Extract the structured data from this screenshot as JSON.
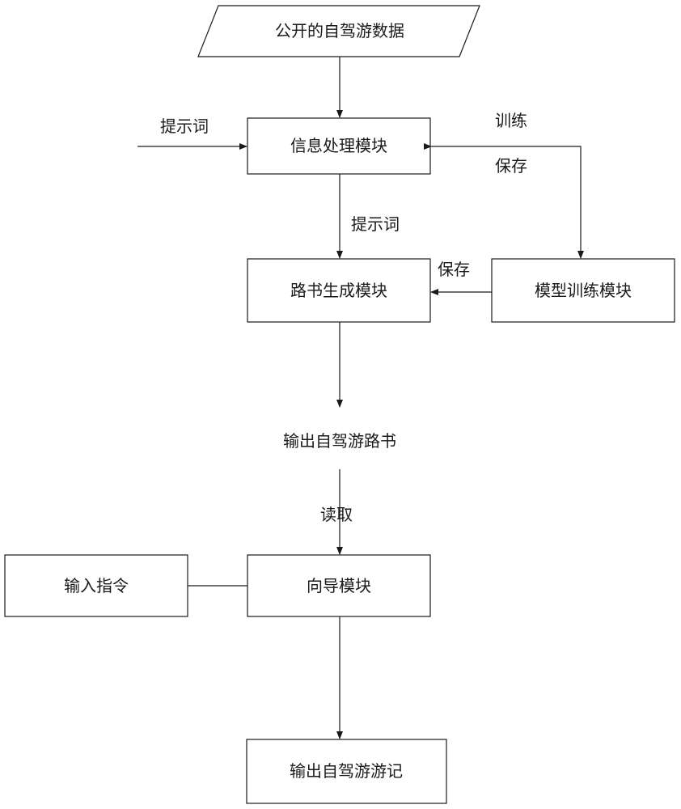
{
  "nodes": {
    "public_data": "公开的自驾游数据",
    "info_module": "信息处理模块",
    "roadbook_module": "路书生成模块",
    "training_module": "模型训练模块",
    "output_roadbook": "输出自驾游路书",
    "guide_module": "向导模块",
    "input_command": "输入指令",
    "output_travelogue": "输出自驾游游记"
  },
  "edges": {
    "prompt_in": "提示词",
    "prompt_mid": "提示词",
    "train": "训练",
    "save_top": "保存",
    "save_mid": "保存",
    "read": "读取"
  }
}
